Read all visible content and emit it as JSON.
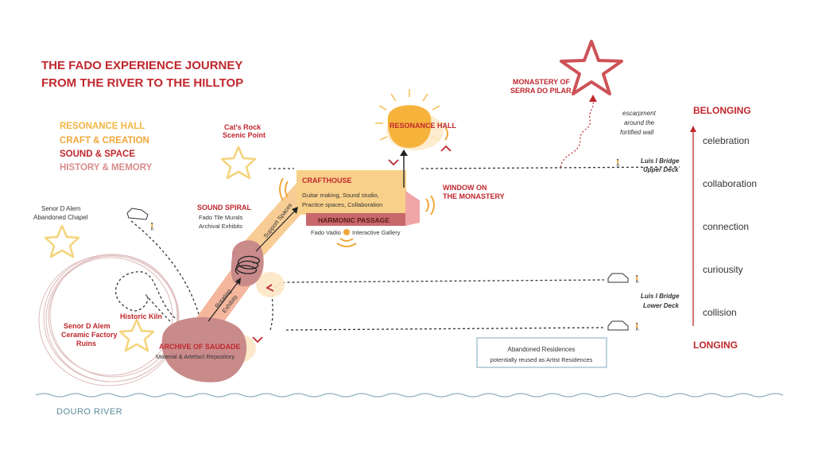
{
  "title_lines": [
    "THE FADO EXPERIENCE JOURNEY",
    "FROM THE RIVER TO THE HILLTOP"
  ],
  "legend": [
    {
      "label": "RESONANCE HALL",
      "color": "#f5b642"
    },
    {
      "label": "CRAFT & CREATION",
      "color": "#f0a83c"
    },
    {
      "label": "SOUND & SPACE",
      "color": "#c0272d"
    },
    {
      "label": "HISTORY & MEMORY",
      "color": "#d98b8b"
    }
  ],
  "places": {
    "cats_rock": [
      "Cat's Rock",
      "Scenic Point"
    ],
    "abandoned_chapel": [
      "Senor D Alem",
      "Abandoned Chapel"
    ],
    "factory_ruins": [
      "Senor D Alem",
      "Ceramic Factory",
      "Ruins"
    ],
    "historic_kiln": "Historic Kiln",
    "monastery": [
      "MONASTERY OF",
      "SERRA DO PILAR"
    ],
    "escarpment": [
      "escarpment",
      "around the",
      "fortified wall"
    ]
  },
  "nodes": {
    "resonance_hall": "RESONANCE HALL",
    "crafthouse": {
      "title": "CRAFTHOUSE",
      "lines": [
        "Guitar making, Sound studio,",
        "Practice spaces, Collaboration"
      ]
    },
    "harmonic_passage": "HARMONIC PASSAGE",
    "fado_vadio": "Fado Vadio",
    "interactive_gallery": "Interactive Gallery",
    "window": [
      "WINDOW ON",
      "THE MONASTERY"
    ],
    "sound_spiral": {
      "title": "SOUND SPIRAL",
      "lines": [
        "Fado Tile Murals",
        "Archival Exhibits"
      ]
    },
    "support_spaces": "Support Spaces",
    "rotating_exhibits": [
      "Rotating",
      "Exhibits"
    ],
    "archive": {
      "title": "ARCHIVE OF SAUDADE",
      "subtitle": "Material & Artefact Repository"
    }
  },
  "bridges": {
    "upper": [
      "Luis I Bridge",
      "Upper Deck"
    ],
    "lower": [
      "Luis I Bridge",
      "Lower Deck"
    ]
  },
  "residences": {
    "title": "Abandoned Residences",
    "subtitle": "potentially reused as Artist Residences"
  },
  "scale": {
    "top": "BELONGING",
    "bottom": "LONGING",
    "levels": [
      "celebration",
      "collaboration",
      "connection",
      "curiousity",
      "collision"
    ]
  },
  "river_label": "DOURO RIVER"
}
